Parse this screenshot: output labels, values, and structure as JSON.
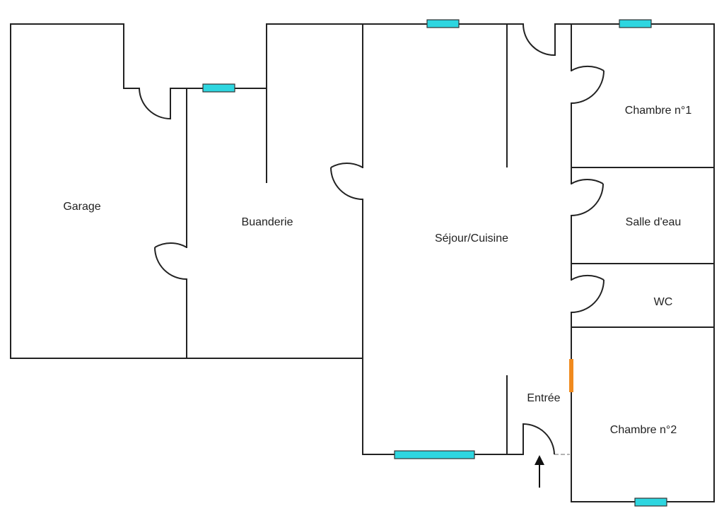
{
  "colors": {
    "wall": "#222222",
    "window": "#2ed6e0",
    "door_frame": "#f08a1e",
    "background": "#ffffff"
  },
  "rooms": {
    "garage": "Garage",
    "buanderie": "Buanderie",
    "sejour_cuisine": "Séjour/Cuisine",
    "chambre_1": "Chambre n°1",
    "salle_deau": "Salle d'eau",
    "wc": "WC",
    "entree": "Entrée",
    "chambre_2": "Chambre n°2"
  },
  "icons": {
    "entrance": "arrow-up-icon"
  }
}
